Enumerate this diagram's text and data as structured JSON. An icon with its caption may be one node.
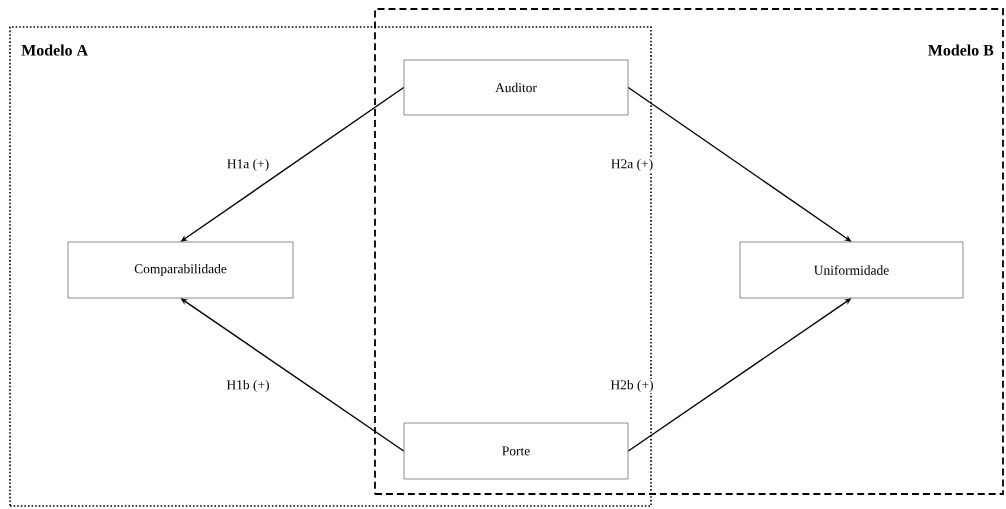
{
  "diagram": {
    "nodes": [
      {
        "text": [
          "Modelo A"
        ]
      },
      {
        "text": [
          "Modelo B"
        ]
      },
      {
        "text": [
          "Auditor"
        ]
      },
      {
        "text": [
          "Comparabilidade"
        ],
        "in": 0
      },
      {
        "text": [
          "Uniformidade"
        ],
        "in": 1
      },
      {
        "text": [
          "Porte"
        ]
      }
    ],
    "edges": [
      {
        "from": 2,
        "to": 3,
        "arrow": "to",
        "label": "H1a (+)"
      },
      {
        "from": 5,
        "to": 3,
        "arrow": "to",
        "label": "H1b (+)"
      },
      {
        "from": 2,
        "to": 4,
        "arrow": "to",
        "label": "H2a (+)"
      },
      {
        "from": 5,
        "to": 4,
        "arrow": "to",
        "label": "H2b (+)"
      }
    ]
  }
}
